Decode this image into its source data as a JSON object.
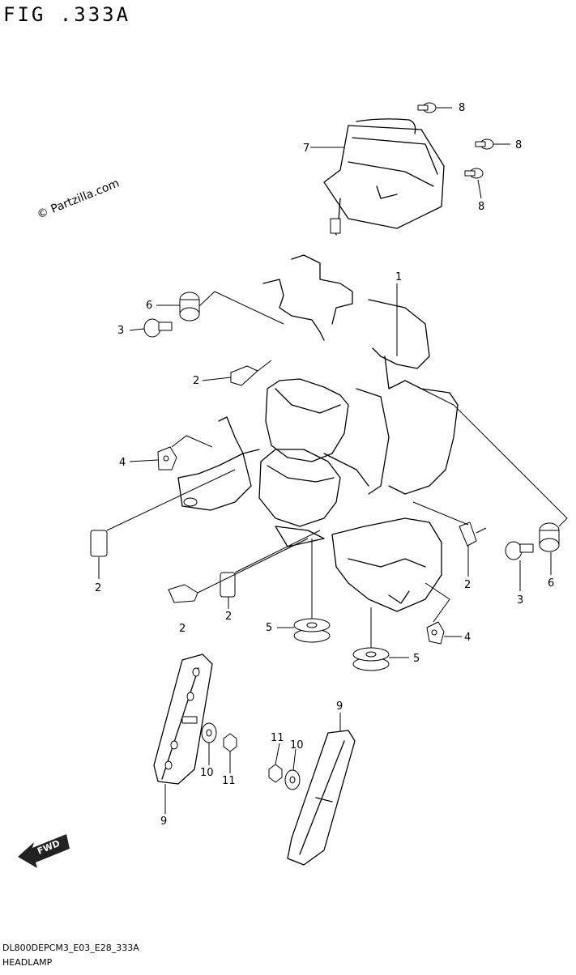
{
  "header": {
    "figure_label": "FIG .333A"
  },
  "watermark": {
    "text": "© Partzilla.com"
  },
  "callouts": [
    {
      "text": "1"
    },
    {
      "text": "2"
    },
    {
      "text": "2"
    },
    {
      "text": "2"
    },
    {
      "text": "2"
    },
    {
      "text": "2"
    },
    {
      "text": "3"
    },
    {
      "text": "3"
    },
    {
      "text": "4"
    },
    {
      "text": "4"
    },
    {
      "text": "5"
    },
    {
      "text": "5"
    },
    {
      "text": "6"
    },
    {
      "text": "6"
    },
    {
      "text": "7"
    },
    {
      "text": "8"
    },
    {
      "text": "8"
    },
    {
      "text": "8"
    },
    {
      "text": "9"
    },
    {
      "text": "9"
    },
    {
      "text": "10"
    },
    {
      "text": "10"
    },
    {
      "text": "11"
    },
    {
      "text": "11"
    }
  ],
  "direction_badge": {
    "label": "FWD"
  },
  "footer": {
    "code": "DL800DEPCM3_E03_E28_333A",
    "caption": "HEADLAMP"
  }
}
